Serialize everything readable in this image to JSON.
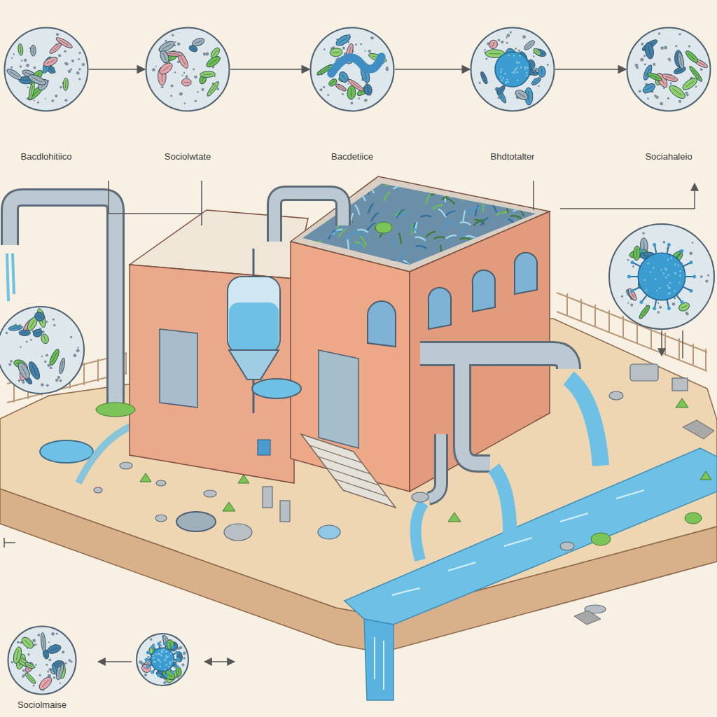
{
  "diagram": {
    "nodes": [
      {
        "text": [
          "Bacdlohitiico"
        ]
      },
      {
        "text": [
          "Sociolwtate"
        ]
      },
      {
        "text": [
          "Bacdetiice"
        ]
      },
      {
        "text": [
          "Bhdtotalter"
        ]
      },
      {
        "text": [
          "Sociahaleio"
        ]
      },
      {
        "text": [
          "Sociolmaise"
        ]
      }
    ],
    "edges": [
      {
        "from": 0,
        "to": 1,
        "arrow": "to"
      },
      {
        "from": 1,
        "to": 2,
        "arrow": "to"
      },
      {
        "from": 2,
        "to": 3,
        "arrow": "to"
      },
      {
        "from": 3,
        "to": 4,
        "arrow": "to"
      }
    ]
  }
}
